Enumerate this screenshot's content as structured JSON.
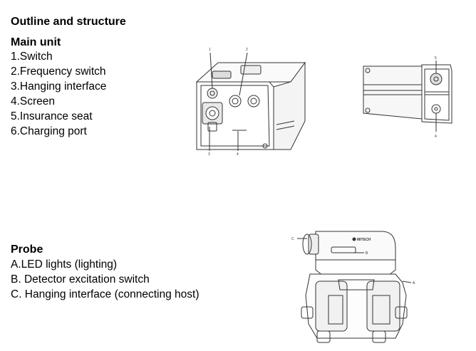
{
  "page": {
    "title": "Outline and structure"
  },
  "main_unit": {
    "heading": "Main unit",
    "items": [
      "1.Switch",
      "2.Frequency switch",
      "3.Hanging interface",
      "4.Screen",
      "5.Insurance seat",
      "6.Charging port"
    ],
    "callouts": [
      "1",
      "2",
      "3",
      "4",
      "5",
      "4"
    ]
  },
  "probe": {
    "heading": "Probe",
    "items": [
      "A.LED lights (lighting)",
      "B. Detector excitation switch",
      "C. Hanging interface (connecting host)"
    ],
    "callouts": [
      "C",
      "B",
      "A"
    ],
    "brand": "MITECH"
  }
}
